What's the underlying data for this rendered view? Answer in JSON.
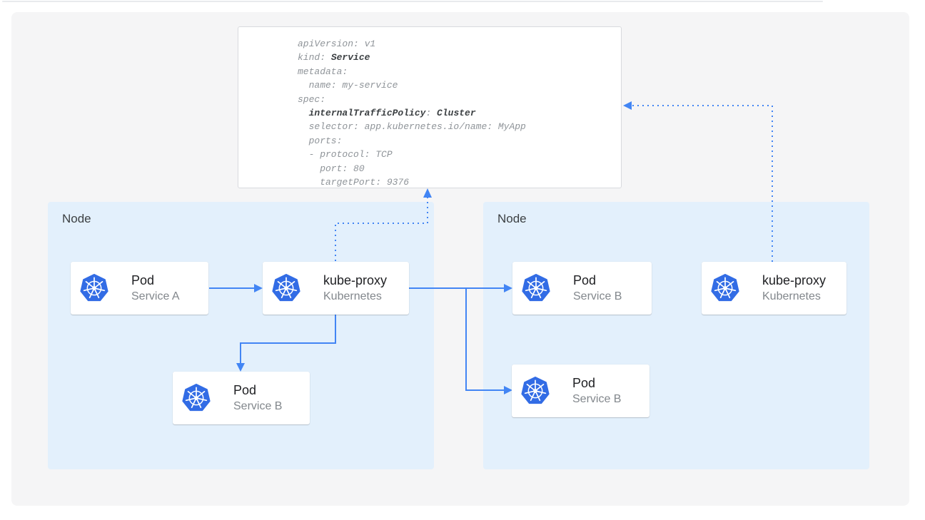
{
  "yaml": {
    "line1": "apiVersion: v1",
    "line2_pre": "kind: ",
    "line2_bold": "Service",
    "line3": "metadata:",
    "line4": "  name: my-service",
    "line5": "spec:",
    "line6_pre": "  ",
    "line6_bold": "internalTrafficPolicy",
    "line6_mid": ": ",
    "line6_bold2": "Cluster",
    "line7": "  selector: app.kubernetes.io/name: MyApp",
    "line8": "  ports:",
    "line9": "  - protocol: TCP",
    "line10": "    port: 80",
    "line11": "    targetPort: 9376"
  },
  "nodes": [
    {
      "label": "Node"
    },
    {
      "label": "Node"
    }
  ],
  "cards": [
    {
      "title": "Pod",
      "subtitle": "Service A",
      "icon": "kubernetes-logo"
    },
    {
      "title": "kube-proxy",
      "subtitle": "Kubernetes",
      "icon": "kubernetes-logo"
    },
    {
      "title": "Pod",
      "subtitle": "Service B",
      "icon": "kubernetes-logo"
    },
    {
      "title": "Pod",
      "subtitle": "Service B",
      "icon": "kubernetes-logo"
    },
    {
      "title": "Pod",
      "subtitle": "Service B",
      "icon": "kubernetes-logo"
    },
    {
      "title": "kube-proxy",
      "subtitle": "Kubernetes",
      "icon": "kubernetes-logo"
    }
  ],
  "colors": {
    "arrow": "#4285f4",
    "node_bg": "#e3f0fc",
    "node_label": "#3c4043",
    "k8s_blue": "#326ce5",
    "card_title": "#202124",
    "card_subtitle": "#82878c",
    "code_text": "#8f9499",
    "code_bold": "#3c4043",
    "panel_bg": "#f5f5f6",
    "box_border": "#d8dade",
    "card_bg": "#ffffff",
    "hairline": "#e8eaed"
  }
}
